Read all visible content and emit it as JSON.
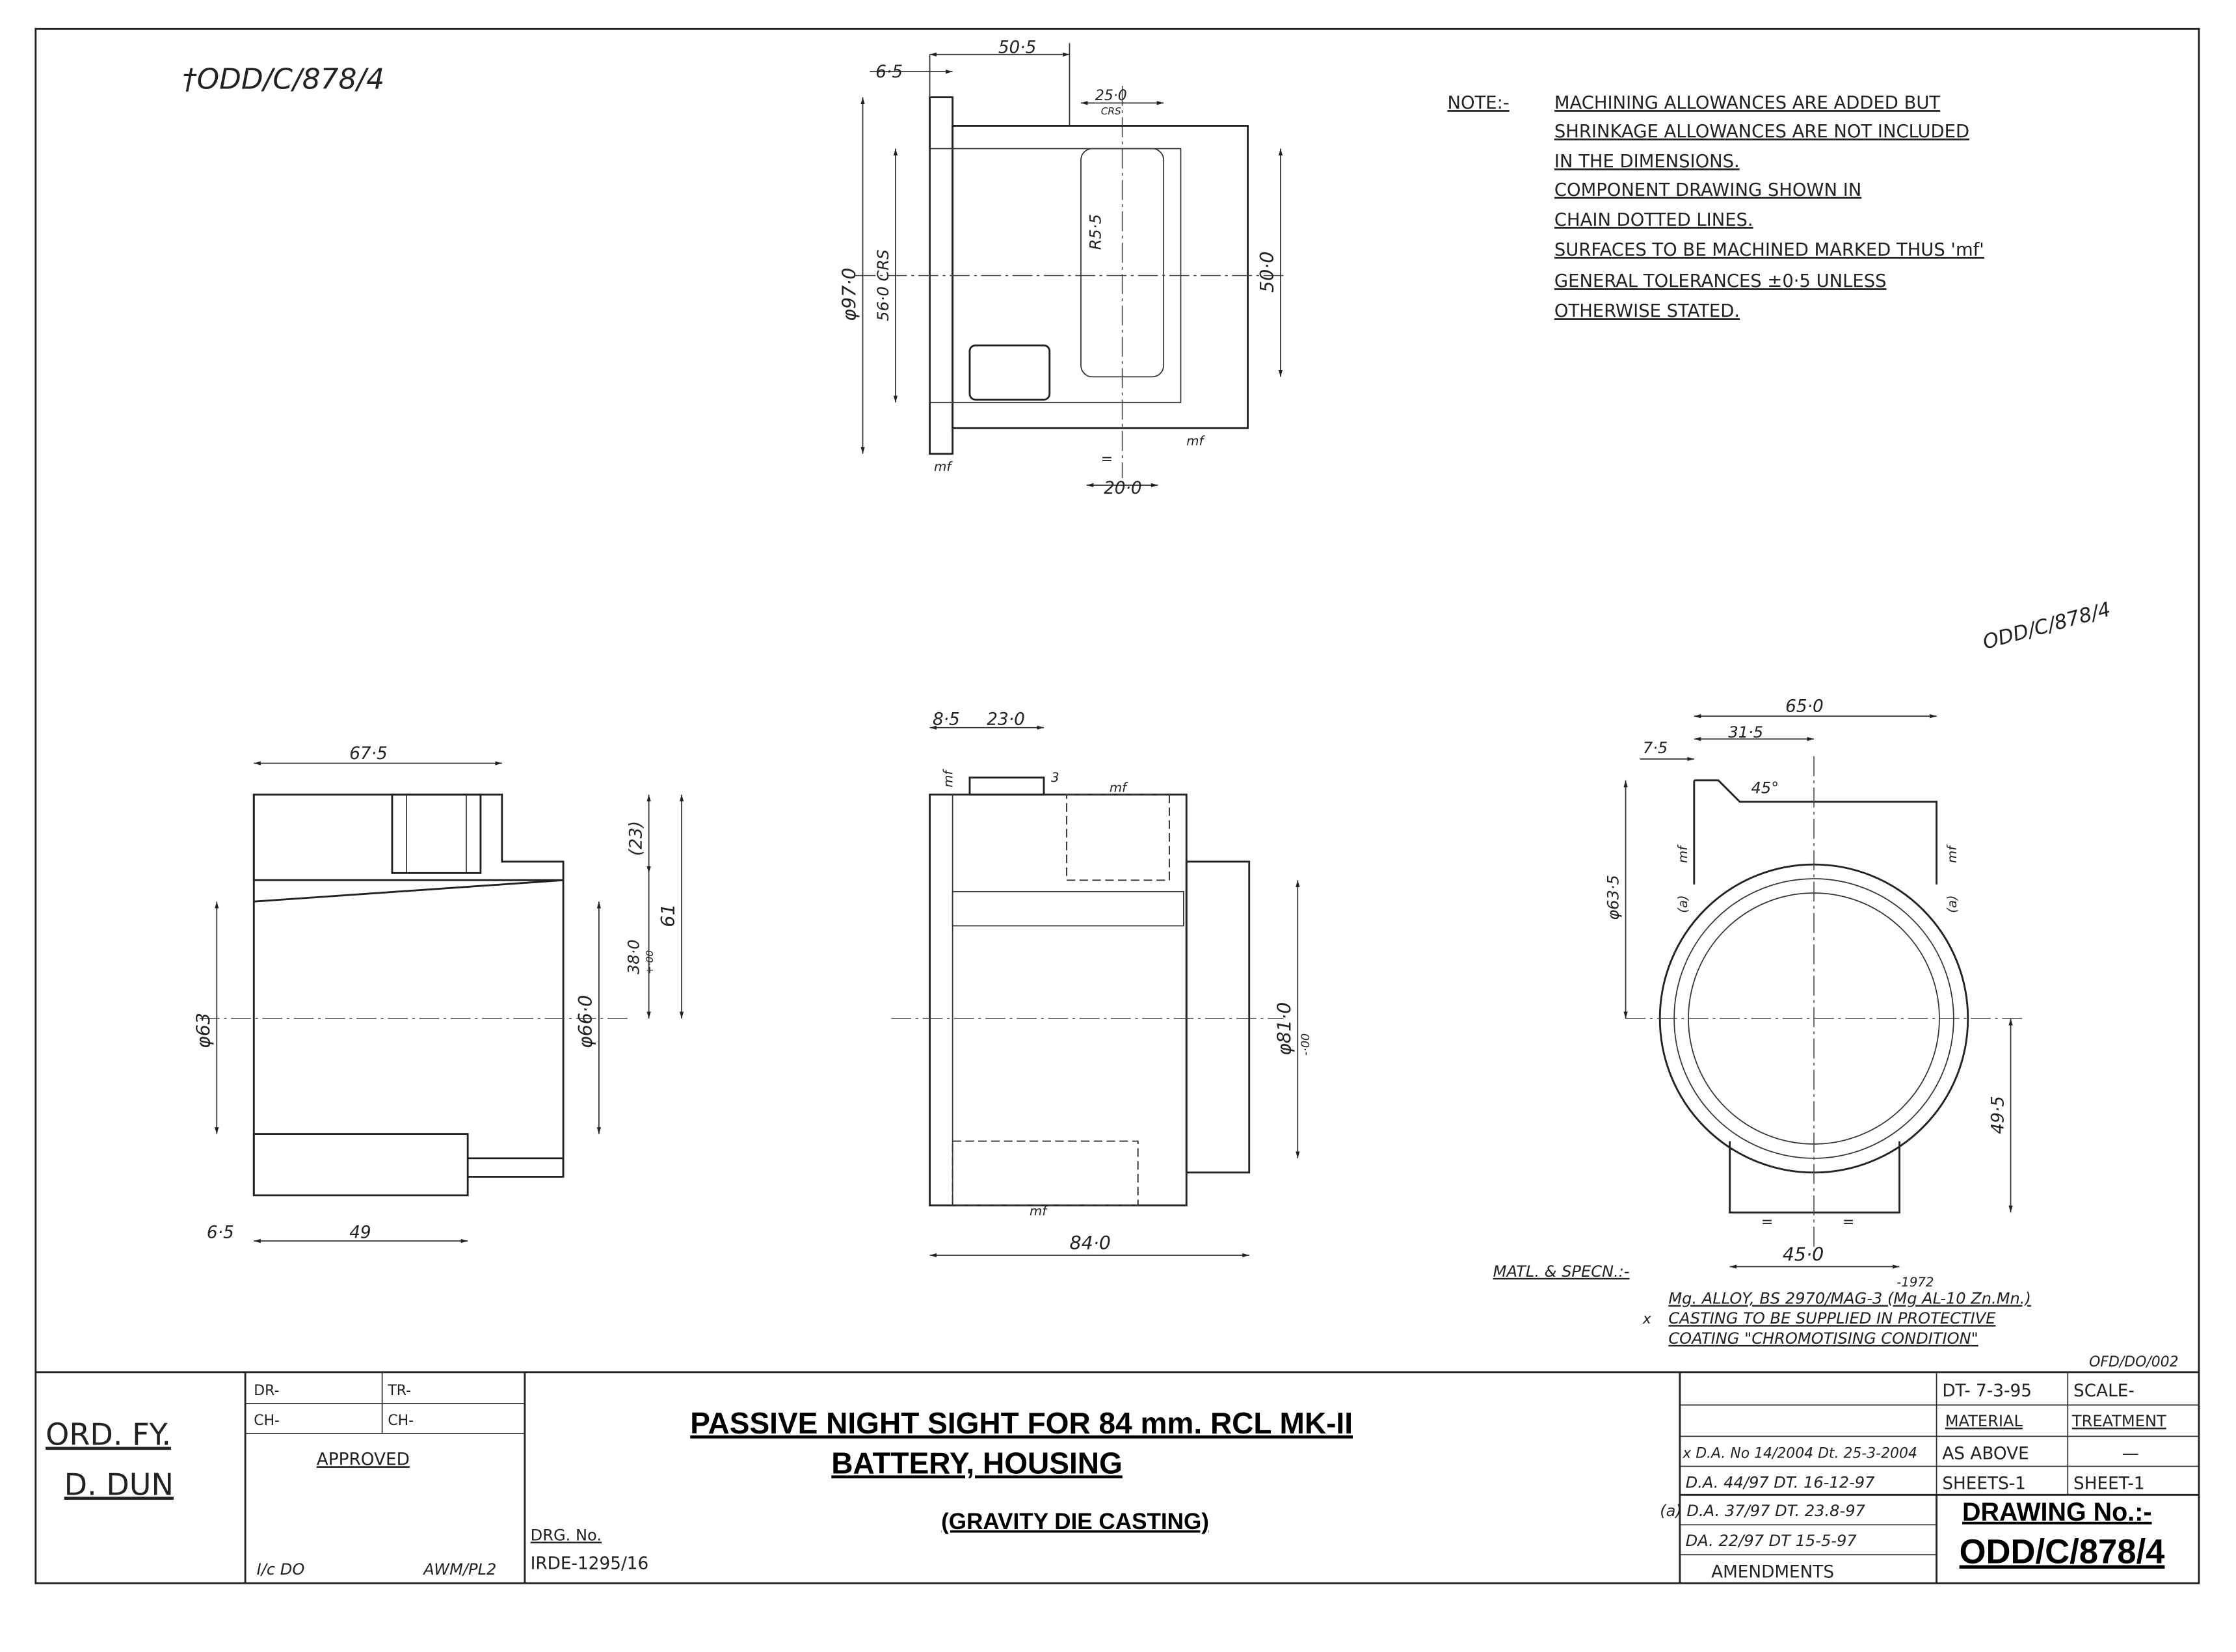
{
  "header": {
    "ref_top_left": "†ODD/C/878/4",
    "ref_rotated": "ODD/C/878/4"
  },
  "notes": {
    "label": "NOTE:-",
    "lines": [
      "MACHINING ALLOWANCES ARE ADDED BUT",
      "SHRINKAGE ALLOWANCES ARE NOT INCLUDED",
      "IN THE DIMENSIONS.",
      "COMPONENT DRAWING SHOWN IN",
      "CHAIN DOTTED LINES.",
      "SURFACES TO BE MACHINED MARKED THUS 'mf'",
      "GENERAL TOLERANCES ±0·5 UNLESS",
      "OTHERWISE STATED."
    ]
  },
  "top_view": {
    "d1": "6·5",
    "d2": "50·5",
    "d3": "25·0",
    "d3b": "CRS",
    "d4": "R5·5",
    "d5": "φ97·0",
    "d6": "56·0 CRS",
    "d7": "50·0",
    "d8": "20·0",
    "mf": "mf",
    "eq": "="
  },
  "section_view": {
    "d1": "67·5",
    "d2": "(23)",
    "d3": "61",
    "d4": "38·0",
    "d4b": "+·00",
    "d5": "φ66·0",
    "d6": "φ63",
    "d7": "6·5",
    "d8": "49"
  },
  "front_view": {
    "d1": "8·5",
    "d2": "23·0",
    "d3": "φ81·0",
    "d3b": "-·00",
    "d4": "84·0",
    "mf": "mf",
    "d5": "3"
  },
  "end_view": {
    "d1": "65·0",
    "d2": "31·5",
    "d3": "7·5",
    "d4": "45°",
    "d5": "φ63·5",
    "d6": "49·5",
    "d7": "45·0",
    "a": "(a)",
    "mf": "mf",
    "eq": "="
  },
  "material": {
    "label": "MATL. & SPECN.:-",
    "year": "-1972",
    "line1": "Mg. ALLOY, BS 2970/MAG-3 (Mg AL-10 Zn.Mn.)",
    "mark": "x",
    "line2": "CASTING TO BE SUPPLIED IN PROTECTIVE",
    "line3": "COATING \"CHROMOTISING CONDITION\"",
    "ref": "OFD/DO/002"
  },
  "title_block": {
    "org1": "ORD. FY.",
    "org2": "D. DUN",
    "dr": "DR-",
    "tr": "TR-",
    "ch1": "CH-",
    "ch2": "CH-",
    "approved": "APPROVED",
    "sig_left": "I/c DO",
    "sig_right": "AWM/PL2",
    "drg_label": "DRG. No.",
    "drg_value": "IRDE-1295/16",
    "title1": "PASSIVE NIGHT SIGHT FOR 84 mm. RCL MK-II",
    "title2": "BATTERY, HOUSING",
    "title3": "(GRAVITY DIE CASTING)",
    "amendments": [
      "x D.A. No 14/2004 Dt. 25-3-2004",
      "D.A. 44/97 DT. 16-12-97",
      "(a) D.A. 37/97 DT. 23.8-97",
      "DA. 22/97 DT 15-5-97"
    ],
    "amendments_label": "AMENDMENTS",
    "date": "DT- 7-3-95",
    "scale": "SCALE-",
    "material_label": "MATERIAL",
    "treatment_label": "TREATMENT",
    "material_value": "AS ABOVE",
    "treatment_value": "—",
    "sheets": "SHEETS-1",
    "sheet": "SHEET-1",
    "drawing_no_label": "DRAWING No.:-",
    "drawing_no": "ODD/C/878/4"
  }
}
